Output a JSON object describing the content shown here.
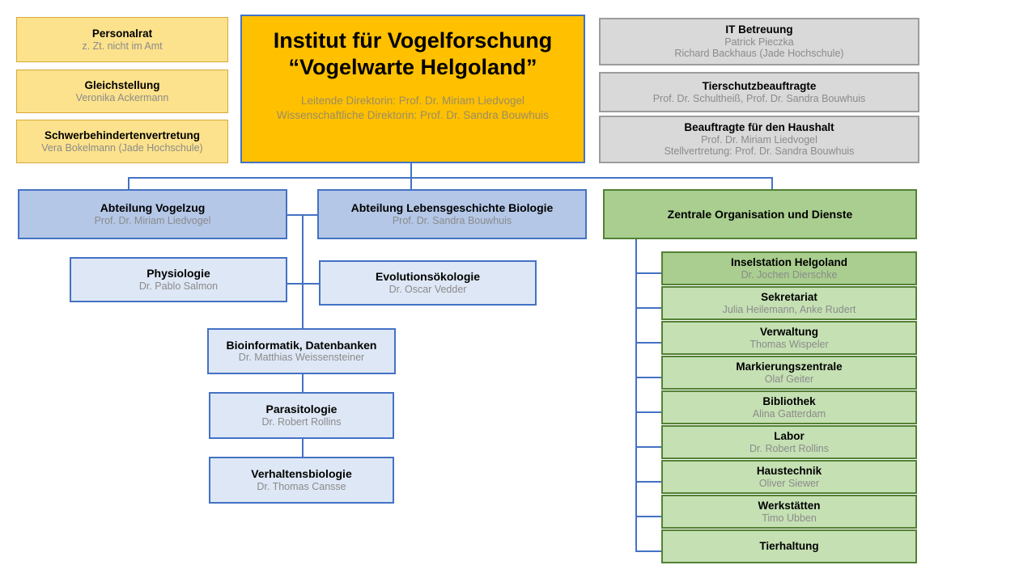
{
  "diagram": {
    "kind": "organizational-chart",
    "language": "de",
    "colors": {
      "accent_orange": "#FFC000",
      "yellow": "#FCE28C",
      "gray": "#D9D9D9",
      "blue_department": "#B4C7E7",
      "blue_subunit": "#DEE7F5",
      "green_header": "#A9CE8F",
      "green_item": "#C5E0B3",
      "connector_blue": "#4472C4",
      "green_border": "#538135",
      "subtitle_gray": "#8B8B8B"
    }
  },
  "institute": {
    "name_line1": "Institut für Vogelforschung",
    "name_line2": "“Vogelwarte Helgoland”",
    "director_line1": "Leitende Direktorin: Prof. Dr. Miriam Liedvogel",
    "director_line2": "Wissenschaftliche Direktorin: Prof. Dr. Sandra Bouwhuis"
  },
  "left_column": [
    {
      "title": "Personalrat",
      "sub": "z. Zt. nicht im Amt"
    },
    {
      "title": "Gleichstellung",
      "sub": "Veronika Ackermann"
    },
    {
      "title": "Schwerbehindertenvertretung",
      "sub": "Vera Bokelmann (Jade Hochschule)"
    }
  ],
  "right_column": [
    {
      "title": "IT Betreuung",
      "sub1": "Patrick Pieczka",
      "sub2": "Richard Backhaus (Jade Hochschule)"
    },
    {
      "title": "Tierschutzbeauftragte",
      "sub1": "Prof. Dr. Schultheiß, Prof. Dr. Sandra Bouwhuis",
      "sub2": ""
    },
    {
      "title": "Beauftragte für den Haushalt",
      "sub1": "Prof. Dr. Miriam Liedvogel",
      "sub2": "Stellvertretung: Prof. Dr. Sandra Bouwhuis"
    }
  ],
  "departments": [
    {
      "title": "Abteilung Vogelzug",
      "sub": "Prof. Dr. Miriam Liedvogel"
    },
    {
      "title": "Abteilung Lebensgeschichte Biologie",
      "sub": "Prof. Dr. Sandra Bouwhuis"
    }
  ],
  "subunits": [
    {
      "title": "Physiologie",
      "sub": "Dr. Pablo Salmon"
    },
    {
      "title": "Evolutionsökologie",
      "sub": "Dr. Oscar Vedder"
    },
    {
      "title": "Bioinformatik, Datenbanken",
      "sub": "Dr. Matthias Weissensteiner"
    },
    {
      "title": "Parasitologie",
      "sub": "Dr. Robert Rollins"
    },
    {
      "title": "Verhaltensbiologie",
      "sub": "Dr. Thomas Cansse"
    }
  ],
  "services": {
    "header": {
      "title": "Zentrale Organisation und Dienste"
    },
    "items": [
      {
        "title": "Inselstation Helgoland",
        "sub": "Dr. Jochen Dierschke"
      },
      {
        "title": "Sekretariat",
        "sub": "Julia Heilemann, Anke Rudert"
      },
      {
        "title": "Verwaltung",
        "sub": "Thomas Wispeler"
      },
      {
        "title": "Markierungszentrale",
        "sub": "Olaf Geiter"
      },
      {
        "title": "Bibliothek",
        "sub": "Alina Gatterdam"
      },
      {
        "title": "Labor",
        "sub": "Dr. Robert Rollins"
      },
      {
        "title": "Haustechnik",
        "sub": "Oliver Siewer"
      },
      {
        "title": "Werkstätten",
        "sub": "Timo Ubben"
      },
      {
        "title": "Tierhaltung",
        "sub": ""
      }
    ]
  }
}
